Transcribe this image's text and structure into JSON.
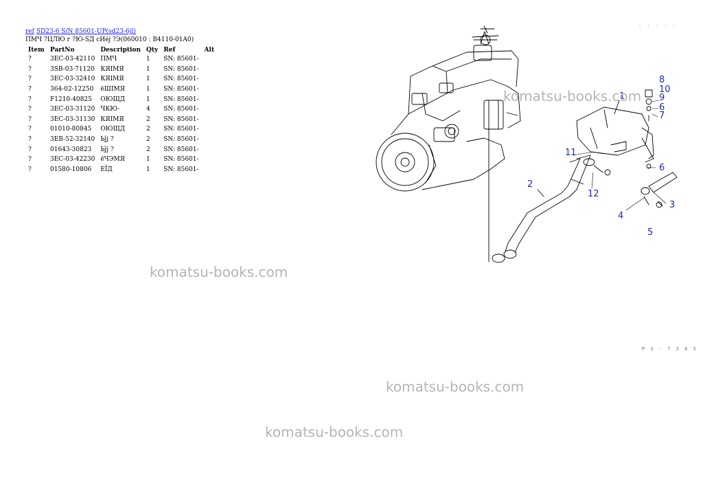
{
  "header": {
    "link_ref": "ref",
    "link_model": "SD23-6 S/N  85601-UP(sd23-6jl)",
    "subtitle": "ПМЧ ?ЦЛЮ г ?Ю-SД сИéj ?Э(060010 : B4110-01A0)"
  },
  "table": {
    "columns": [
      "Item",
      "PartNo",
      "Description",
      "Qty",
      "Ref",
      "Alt"
    ],
    "rows": [
      [
        "?",
        "3EC-03-42110",
        "ПМЧ",
        "1",
        "SN: 85601-",
        ""
      ],
      [
        "?",
        "3SB-03-71120",
        "КЯIМЯ",
        "1",
        "SN: 85601-",
        ""
      ],
      [
        "?",
        "3EC-03-32410",
        "КЯIМЯ",
        "1",
        "SN: 85601-",
        ""
      ],
      [
        "?",
        "364-02-12250",
        "ёШIМЯ",
        "1",
        "SN: 85601-",
        ""
      ],
      [
        "?",
        "F1210-40825",
        "ОЮЩД",
        "1",
        "SN: 85601-",
        ""
      ],
      [
        "?",
        "3EC-03-31120",
        "ЧКЮ-",
        "4",
        "SN: 85601-",
        ""
      ],
      [
        "?",
        "3EC-03-31130",
        "КЯIМЯ",
        "2",
        "SN: 85601-",
        ""
      ],
      [
        "?",
        "01010-80845",
        "ОЮЩД",
        "2",
        "SN: 85601-",
        ""
      ],
      [
        "?",
        "3EB-52-32140",
        "Ьĵj ?",
        "2",
        "SN: 85601-",
        ""
      ],
      [
        "?",
        "01643-30823",
        "Ьĵj ?",
        "2",
        "SN: 85601-",
        ""
      ],
      [
        "?",
        "3EC-03-42230",
        "ёЧЭМЯ",
        "1",
        "SN: 85601-",
        ""
      ],
      [
        "?",
        "01580-10806",
        "ЕĪД",
        "1",
        "SN: 85601-",
        ""
      ]
    ]
  },
  "diagram": {
    "callouts": [
      "1",
      "2",
      "3",
      "4",
      "5",
      "6",
      "6",
      "7",
      "8",
      "9",
      "10",
      "11",
      "12"
    ],
    "line_color": "#000000",
    "callout_color": "#1c2fa8",
    "code_top": ". . . . .",
    "code_bottom": "P 3 - 7 2 8 5"
  },
  "watermark": "komatsu-books.com"
}
